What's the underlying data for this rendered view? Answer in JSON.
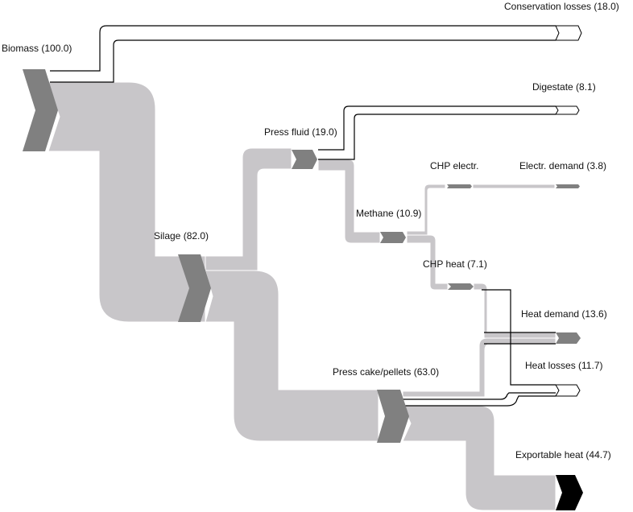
{
  "colors": {
    "flow": "#c8c6c9",
    "node": "#808080",
    "output_final": "#000000",
    "background": "#ffffff"
  },
  "nodes": {
    "biomass": {
      "label": "Biomass (100.0)",
      "value": 100.0
    },
    "silage": {
      "label": "Silage (82.0)",
      "value": 82.0
    },
    "conservation_losses": {
      "label": "Conservation losses (18.0)",
      "value": 18.0
    },
    "press_fluid": {
      "label": "Press fluid (19.0)",
      "value": 19.0
    },
    "press_cake": {
      "label": "Press cake/pellets (63.0)",
      "value": 63.0
    },
    "digestate": {
      "label": "Digestate (8.1)",
      "value": 8.1
    },
    "methane": {
      "label": "Methane (10.9)",
      "value": 10.9
    },
    "chp_electr": {
      "label": "CHP electr.",
      "value": 3.8
    },
    "electr_demand": {
      "label": "Electr. demand (3.8)",
      "value": 3.8
    },
    "chp_heat": {
      "label": "CHP heat (7.1)",
      "value": 7.1
    },
    "heat_demand": {
      "label": "Heat demand (13.6)",
      "value": 13.6
    },
    "heat_losses": {
      "label": "Heat losses (11.7)",
      "value": 11.7
    },
    "exportable_heat": {
      "label": "Exportable heat (44.7)",
      "value": 44.7
    }
  },
  "flows": [
    {
      "from": "Biomass",
      "to": "Silage",
      "value": 82.0
    },
    {
      "from": "Biomass",
      "to": "Conservation losses",
      "value": 18.0
    },
    {
      "from": "Silage",
      "to": "Press fluid",
      "value": 19.0
    },
    {
      "from": "Silage",
      "to": "Press cake/pellets",
      "value": 63.0
    },
    {
      "from": "Press fluid",
      "to": "Digestate",
      "value": 8.1
    },
    {
      "from": "Press fluid",
      "to": "Methane",
      "value": 10.9
    },
    {
      "from": "Methane",
      "to": "CHP electr.",
      "value": 3.8
    },
    {
      "from": "Methane",
      "to": "CHP heat",
      "value": 7.1
    },
    {
      "from": "CHP electr.",
      "to": "Electr. demand",
      "value": 3.8
    },
    {
      "from": "CHP heat",
      "to": "Heat demand",
      "value": 7.1
    },
    {
      "from": "Press cake/pellets",
      "to": "Heat demand",
      "value": 6.5
    },
    {
      "from": "Press cake/pellets",
      "to": "Heat losses",
      "value": 11.7
    },
    {
      "from": "Press cake/pellets",
      "to": "Exportable heat",
      "value": 44.7
    }
  ]
}
